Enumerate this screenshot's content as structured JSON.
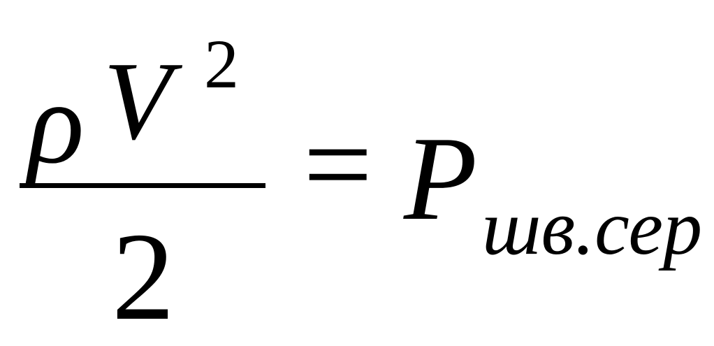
{
  "formula": {
    "numerator": {
      "symbol_1": "ρ",
      "symbol_2": "V",
      "exponent": "2"
    },
    "denominator": "2",
    "operator": "=",
    "rhs": {
      "symbol": "P",
      "subscript": "шв.сер"
    }
  }
}
